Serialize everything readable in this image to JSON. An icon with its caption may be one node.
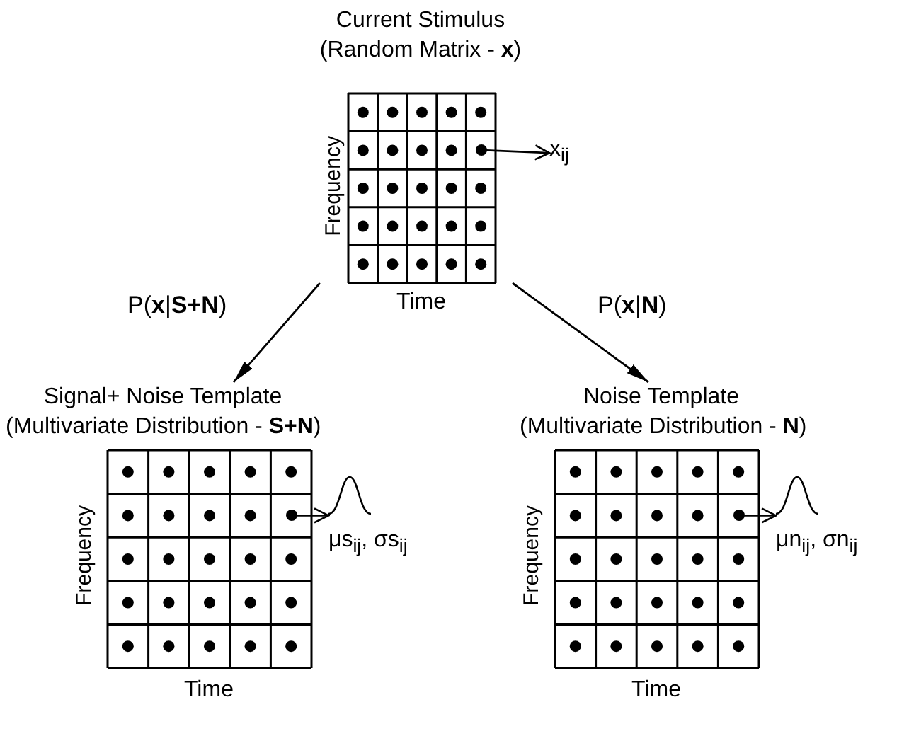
{
  "diagram": {
    "nodes": [
      {
        "text": [
          "Current Stimulus",
          "(Random Matrix - **x**)"
        ]
      },
      {
        "text": [],
        "shape": "circle",
        "in": 0
      },
      {
        "text": [
          "x$_{ij}$"
        ]
      },
      {
        "text": [
          "Signal+ Noise Template",
          "(Multivariate Distribution - **S+N**)"
        ]
      },
      {
        "text": [],
        "shape": "circle",
        "in": 3
      },
      {
        "text": [
          "μs$_{ij}$, σs$_{ij}$"
        ]
      },
      {
        "text": [
          "Noise Template",
          "(Multivariate Distribution - **N**)"
        ]
      },
      {
        "text": [],
        "shape": "circle",
        "in": 6
      },
      {
        "text": [
          "μn$_{ij}$, σn$_{ij}$"
        ]
      }
    ],
    "edges": [
      {
        "from": 0,
        "to": 3,
        "arrow": "to",
        "label": "P(**x**|**S+N**)"
      },
      {
        "from": 0,
        "to": 6,
        "arrow": "to",
        "label": "P(**x**|**N**)"
      },
      {
        "from": 1,
        "to": 2,
        "arrow": "to"
      },
      {
        "from": 4,
        "to": 5,
        "arrow": "to"
      },
      {
        "from": 7,
        "to": 8,
        "arrow": "to"
      }
    ],
    "labels": [
      "Frequency",
      "Time",
      "Frequency",
      "Time",
      "Frequency",
      "Time"
    ]
  }
}
